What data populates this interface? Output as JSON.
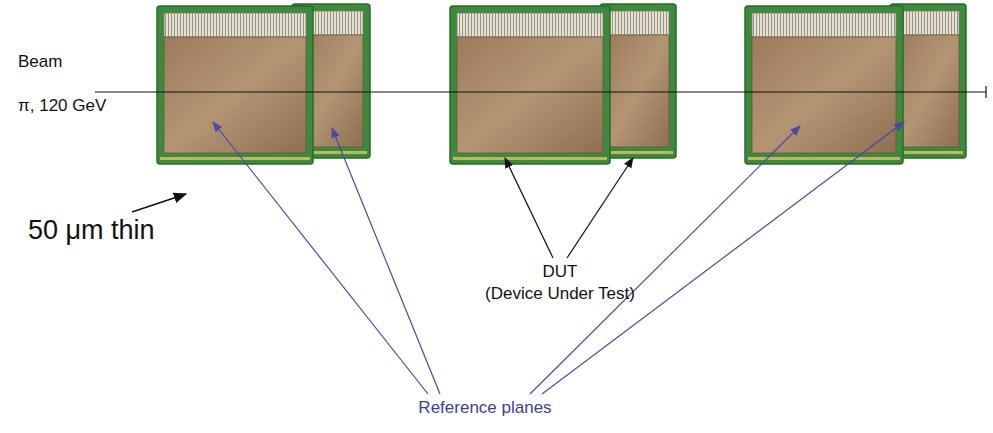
{
  "diagram": {
    "labels": [
      "Beam",
      "π, 120 GeV",
      "50 μm thin",
      "DUT",
      "(Device Under Test)",
      "Reference planes"
    ]
  }
}
